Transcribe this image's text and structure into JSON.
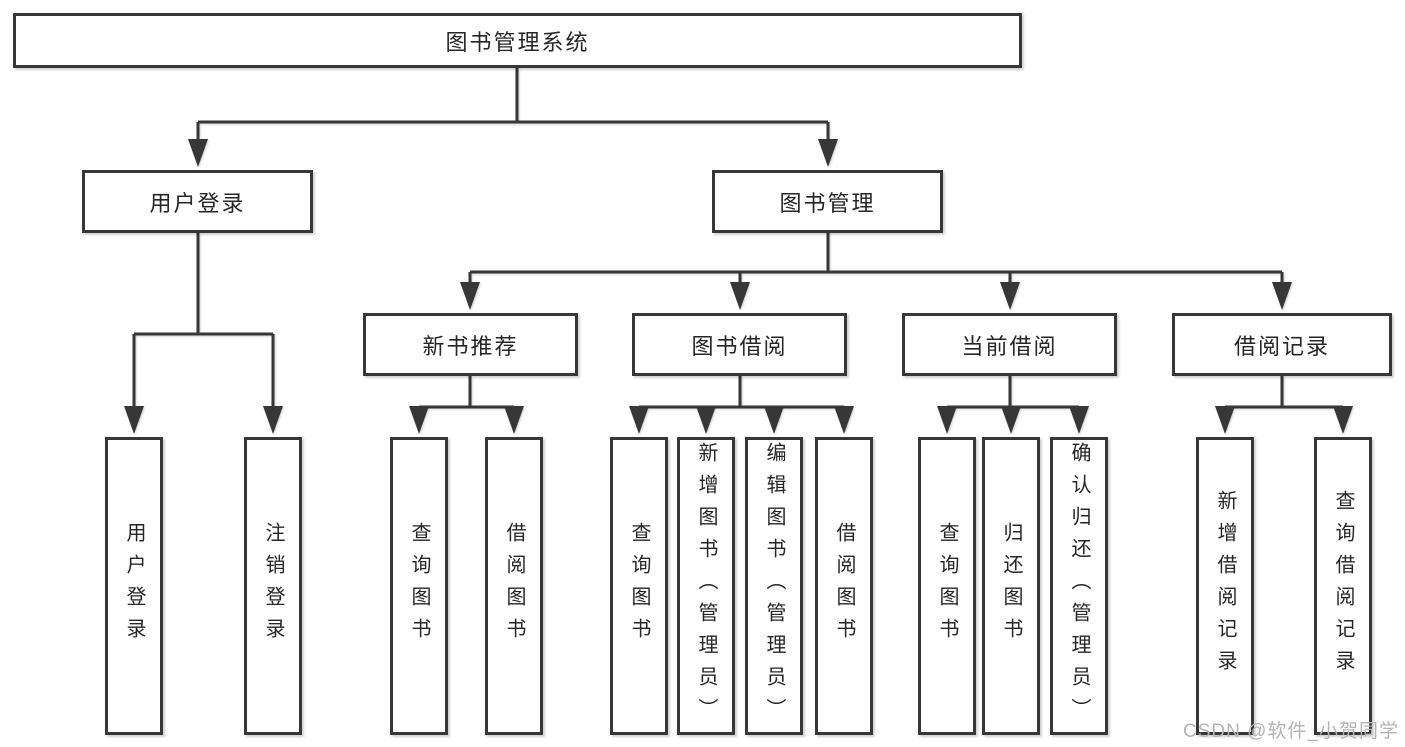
{
  "diagram": {
    "watermark": "CSDN @软件_小贺同学",
    "colors": {
      "line": "#373737",
      "text": "#262626",
      "watermark": "#b4b4b4",
      "background": "#ffffff"
    },
    "tree": {
      "root": {
        "label": "图书管理系统",
        "children": [
          {
            "label": "用户登录",
            "children": [
              {
                "label": "用户登录"
              },
              {
                "label": "注销登录"
              }
            ]
          },
          {
            "label": "图书管理",
            "children": [
              {
                "label": "新书推荐",
                "children": [
                  {
                    "label": "查询图书"
                  },
                  {
                    "label": "借阅图书"
                  }
                ]
              },
              {
                "label": "图书借阅",
                "children": [
                  {
                    "label": "查询图书"
                  },
                  {
                    "label": "新增图书（管理员）"
                  },
                  {
                    "label": "编辑图书（管理员）"
                  },
                  {
                    "label": "借阅图书"
                  }
                ]
              },
              {
                "label": "当前借阅",
                "children": [
                  {
                    "label": "查询图书"
                  },
                  {
                    "label": "归还图书"
                  },
                  {
                    "label": "确认归还（管理员）"
                  }
                ]
              },
              {
                "label": "借阅记录",
                "children": [
                  {
                    "label": "新增借阅记录"
                  },
                  {
                    "label": "查询借阅记录"
                  }
                ]
              }
            ]
          }
        ]
      }
    }
  }
}
